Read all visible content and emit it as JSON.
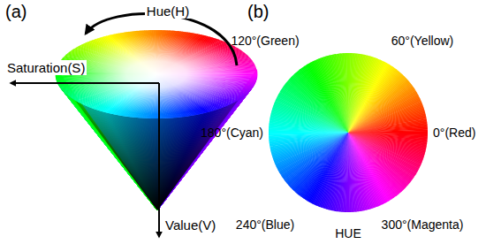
{
  "diagram": {
    "labels": [
      "(a)",
      "Hue(H)",
      "Saturation(S)",
      "Value(V)",
      "(b)",
      "120°(Green)",
      "60°(Yellow)",
      "180°(Cyan)",
      "0°(Red)",
      "240°(Blue)",
      "300°(Magenta)",
      "HUE"
    ]
  }
}
